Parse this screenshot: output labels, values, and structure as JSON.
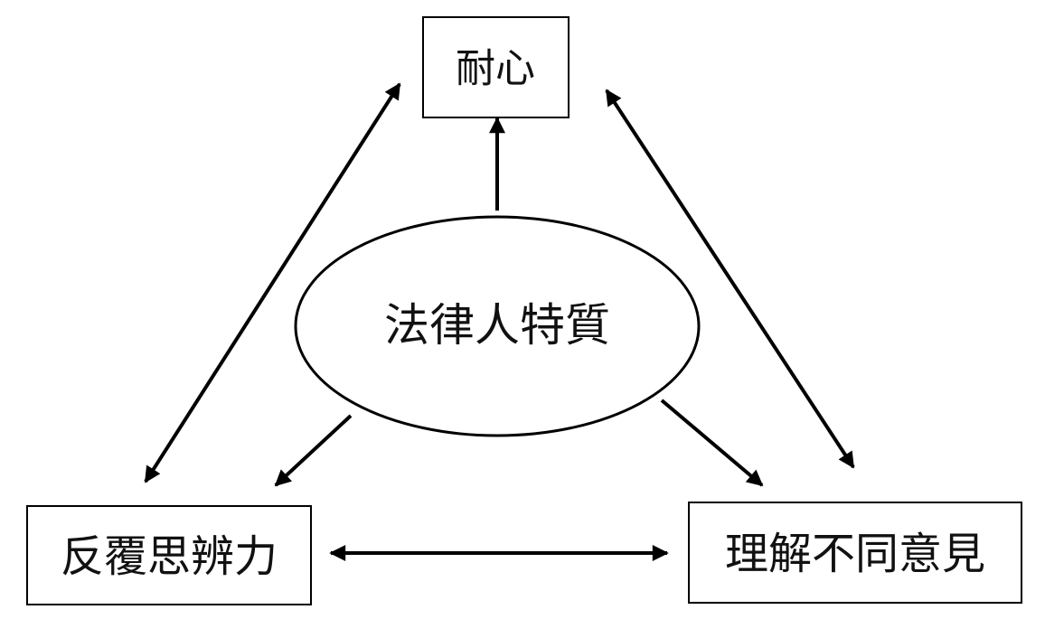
{
  "nodes": {
    "top": {
      "label": "耐心"
    },
    "center": {
      "label": "法律人特質"
    },
    "left": {
      "label": "反覆思辨力"
    },
    "right": {
      "label": "理解不同意見"
    }
  },
  "colors": {
    "stroke": "#000000",
    "background": "#ffffff",
    "text": "#111111"
  }
}
